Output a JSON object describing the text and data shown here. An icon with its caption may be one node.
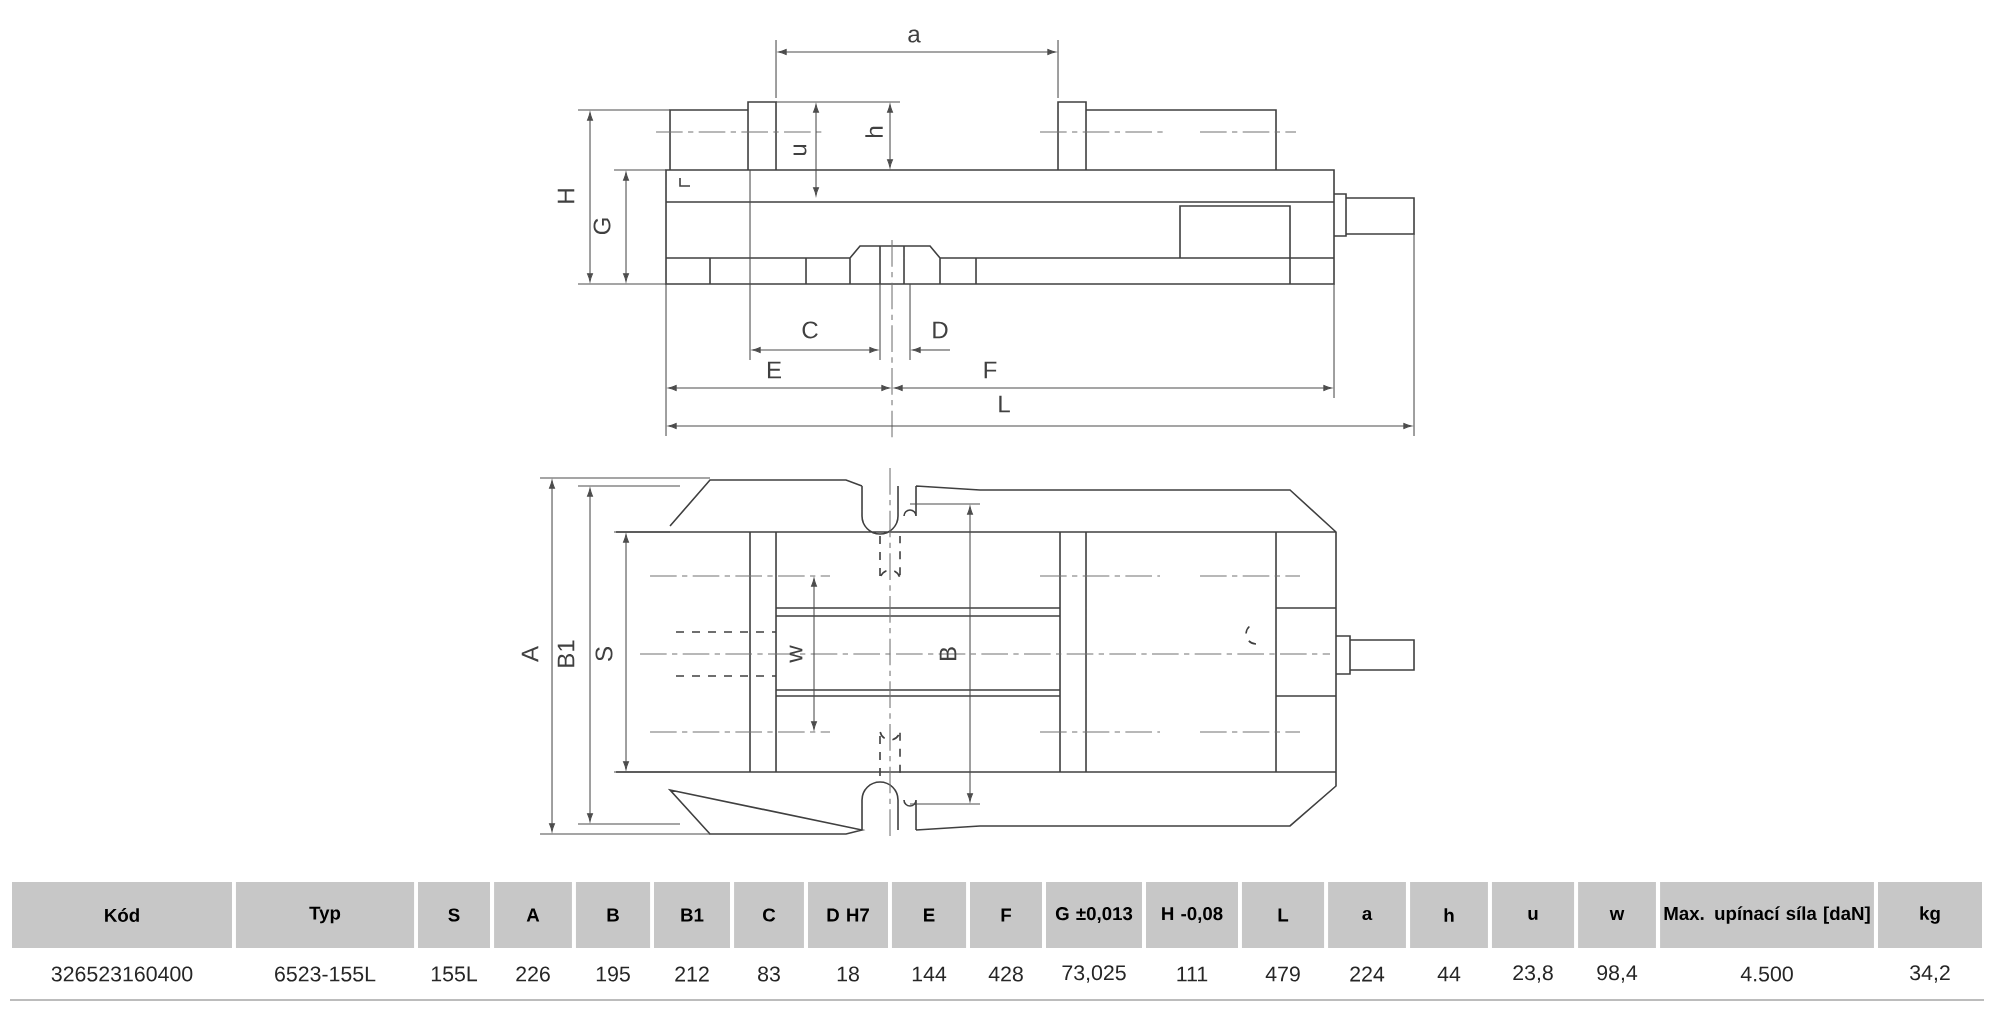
{
  "diagram": {
    "labels": [
      "a",
      "u",
      "h",
      "H",
      "G",
      "C",
      "D",
      "E",
      "F",
      "L",
      "A",
      "B1",
      "S",
      "w",
      "B",
      "Kód",
      "Typ",
      "S",
      "A",
      "B",
      "B1",
      "C",
      "D H7",
      "E",
      "F",
      "G ±0,013",
      "H -0,08",
      "L",
      "a",
      "h",
      "u",
      "w",
      "Max. upínací síla [daN]",
      "kg",
      "326523160400",
      "6523-155L",
      "155L",
      "226",
      "195",
      "212",
      "83",
      "18",
      "144",
      "428",
      "73,025",
      "111",
      "479",
      "224",
      "44",
      "23,8",
      "98,4",
      "4.500",
      "34,2"
    ]
  }
}
